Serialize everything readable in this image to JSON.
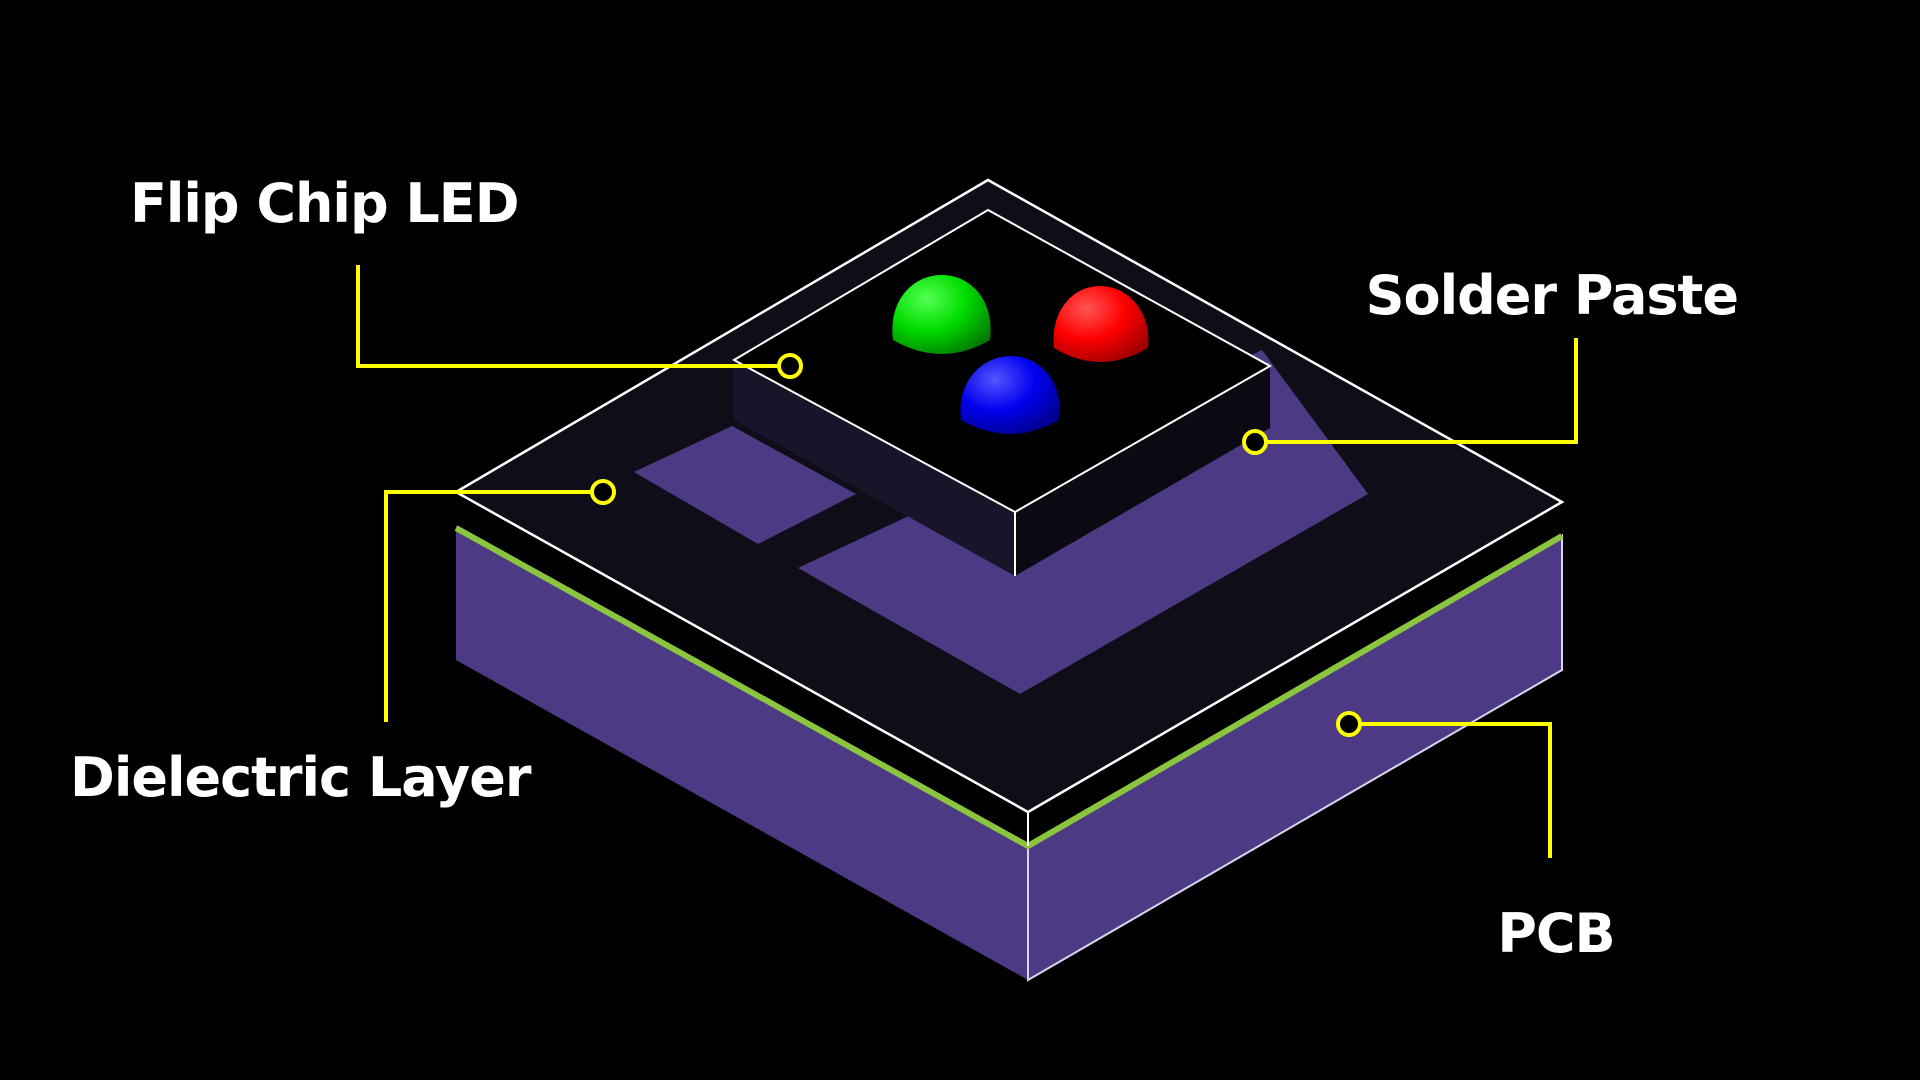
{
  "diagram": {
    "labels": {
      "flip_chip_led": "Flip Chip LED",
      "solder_paste": "Solder Paste",
      "dielectric_layer": "Dielectric Layer",
      "pcb": "PCB"
    },
    "colors": {
      "background": "#000000",
      "pcb": "#4c3a84",
      "pcb_edge": "#d8d4f0",
      "dielectric_top": "#0f0d18",
      "dielectric_trim": "#8bc43f",
      "solder_paste": "#4c3a84",
      "chip_top": "#000000",
      "outline": "#ffffff",
      "callout": "#ffff00",
      "led_green": "#00dd00",
      "led_red": "#ff0000",
      "led_blue": "#0000ee"
    },
    "leds": [
      "green",
      "red",
      "blue"
    ]
  }
}
